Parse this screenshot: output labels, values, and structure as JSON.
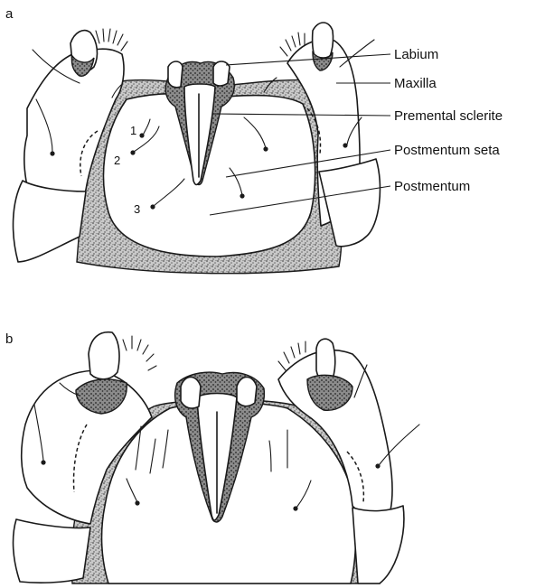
{
  "panels": [
    {
      "id": "a",
      "letter": "a"
    },
    {
      "id": "b",
      "letter": "b"
    }
  ],
  "labels": {
    "labium": "Labium",
    "maxilla": "Maxilla",
    "premental_sclerite": "Premental sclerite",
    "postmentum_seta": "Postmentum seta",
    "postmentum": "Postmentum"
  },
  "seta_numbers": [
    "1",
    "2",
    "3"
  ]
}
